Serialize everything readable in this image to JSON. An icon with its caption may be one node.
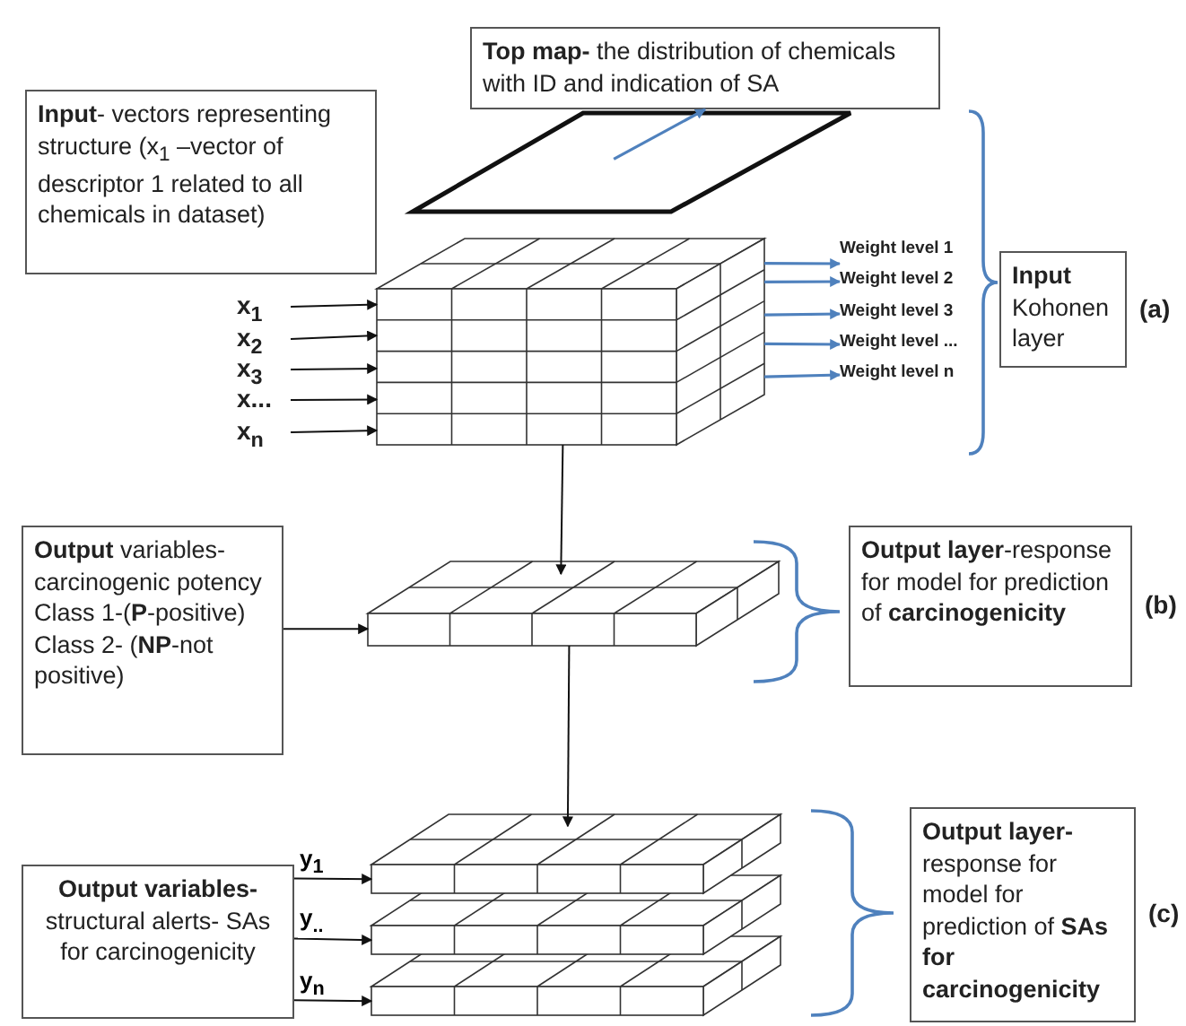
{
  "diagram": {
    "nodes": [
      {
        "text": [
          "**Top map-** the distribution of chemicals with ID and indication of SA"
        ]
      },
      {
        "text": [
          "**Input**- vectors representing structure (x$_{1}$ –vector of descriptor 1 related to all chemicals in dataset)"
        ]
      },
      {
        "text": [],
        "shape": "parallelogram"
      },
      {
        "text": [],
        "shape": "cube"
      },
      {
        "text": [
          "x$_{1}$"
        ]
      },
      {
        "text": [
          "x$_{2}$"
        ]
      },
      {
        "text": [
          "x$_{3}$"
        ]
      },
      {
        "text": [
          "x..."
        ]
      },
      {
        "text": [
          "x$_{n}$"
        ]
      },
      {
        "text": [
          "Weight level 1"
        ]
      },
      {
        "text": [
          "Weight level 2"
        ]
      },
      {
        "text": [
          "Weight level 3"
        ]
      },
      {
        "text": [
          "Weight level ..."
        ]
      },
      {
        "text": [
          "Weight level n"
        ]
      },
      {
        "text": [
          "**Input** Kohonen layer"
        ],
        "beside": [
          "(a)"
        ]
      },
      {
        "text": [
          "**Output** variables- carcinogenic potency Class 1-(**P**-positive) Class 2- (**NP**-not positive)"
        ]
      },
      {
        "text": [],
        "shape": "box"
      },
      {
        "text": [
          "**Output layer**-response for model for prediction of **carcinogenicity**"
        ],
        "beside": [
          "(b)"
        ]
      },
      {
        "text": [],
        "shape": "box"
      },
      {
        "text": [],
        "shape": "box"
      },
      {
        "text": [],
        "shape": "box"
      },
      {
        "text": [
          "**Output variables-** structural alerts- SAs for carcinogenicity"
        ]
      },
      {
        "text": [
          "**Output layer-** response for model for prediction of **SAs for carcinogenicity**"
        ],
        "beside": [
          "(c)"
        ]
      }
    ],
    "edges": [
      {
        "from": 2,
        "to": 0,
        "arrow": "to",
        "color": "#4f81bd"
      },
      {
        "from": 4,
        "to": 3,
        "arrow": "to"
      },
      {
        "from": 5,
        "to": 3,
        "arrow": "to"
      },
      {
        "from": 6,
        "to": 3,
        "arrow": "to"
      },
      {
        "from": 7,
        "to": 3,
        "arrow": "to"
      },
      {
        "from": 8,
        "to": 3,
        "arrow": "to"
      },
      {
        "from": 3,
        "to": 9,
        "arrow": "to",
        "color": "#4f81bd"
      },
      {
        "from": 3,
        "to": 10,
        "arrow": "to",
        "color": "#4f81bd"
      },
      {
        "from": 3,
        "to": 11,
        "arrow": "to",
        "color": "#4f81bd"
      },
      {
        "from": 3,
        "to": 12,
        "arrow": "to",
        "color": "#4f81bd"
      },
      {
        "from": 3,
        "to": 13,
        "arrow": "to",
        "color": "#4f81bd"
      },
      {
        "from": 3,
        "to": 16,
        "arrow": "to"
      },
      {
        "from": 15,
        "to": 16,
        "arrow": "to"
      },
      {
        "from": 16,
        "to": 18,
        "arrow": "to"
      },
      {
        "from": 21,
        "to": 18,
        "arrow": "to",
        "label": "y$_{1}$"
      },
      {
        "from": 21,
        "to": 19,
        "arrow": "to",
        "label": "y$_{..}$"
      },
      {
        "from": 21,
        "to": 20,
        "arrow": "to",
        "label": "y$_{n}$"
      }
    ]
  }
}
